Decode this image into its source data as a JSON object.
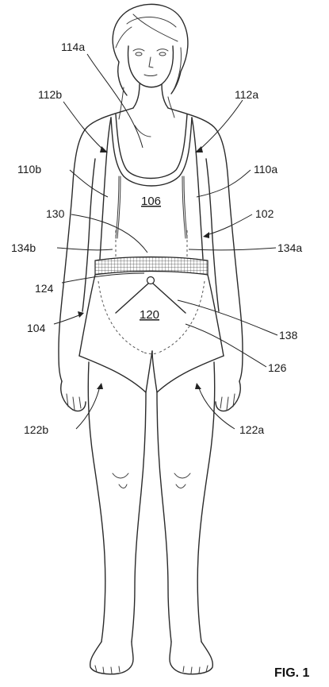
{
  "figure": {
    "caption": "FIG. 1",
    "labels": {
      "l114a": "114a",
      "l112b": "112b",
      "l112a": "112a",
      "l110b": "110b",
      "l110a": "110a",
      "l106": "106",
      "l130": "130",
      "l102": "102",
      "l134b": "134b",
      "l134a": "134a",
      "l124": "124",
      "l120": "120",
      "l104": "104",
      "l138": "138",
      "l126": "126",
      "l122b": "122b",
      "l122a": "122a"
    }
  }
}
